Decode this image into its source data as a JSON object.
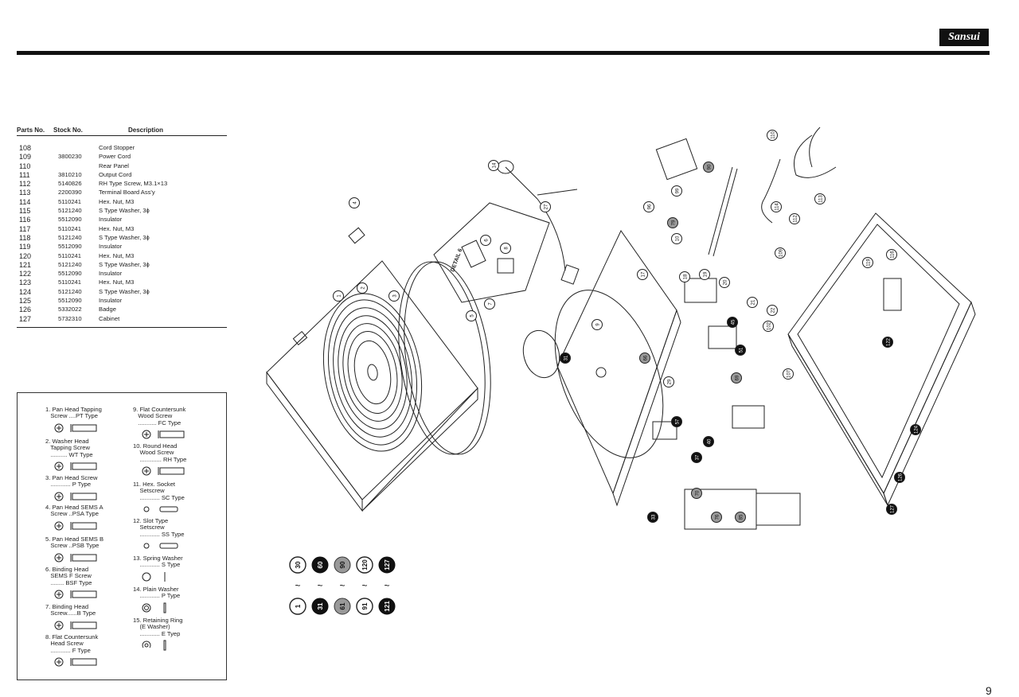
{
  "brand": "Sansui",
  "page_number": "9",
  "parts_table": {
    "headers": {
      "part": "Parts No.",
      "stock": "Stock No.",
      "description": "Description"
    },
    "rows": [
      {
        "part": "108",
        "stock": "",
        "description": "Cord Stopper"
      },
      {
        "part": "109",
        "stock": "3800230",
        "description": "Power Cord"
      },
      {
        "part": "110",
        "stock": "",
        "description": "Rear Panel"
      },
      {
        "part": "111",
        "stock": "3810210",
        "description": "Output Cord"
      },
      {
        "part": "112",
        "stock": "5140826",
        "description": "RH Type Screw, M3.1×13"
      },
      {
        "part": "113",
        "stock": "2200390",
        "description": "Terminal Board Ass'y"
      },
      {
        "part": "114",
        "stock": "5110241",
        "description": "Hex. Nut, M3"
      },
      {
        "part": "115",
        "stock": "5121240",
        "description": "S Type Washer, 3ϕ"
      },
      {
        "part": "116",
        "stock": "5512090",
        "description": "Insulator"
      },
      {
        "part": "117",
        "stock": "5110241",
        "description": "Hex. Nut, M3"
      },
      {
        "part": "118",
        "stock": "5121240",
        "description": "S Type Washer, 3ϕ"
      },
      {
        "part": "119",
        "stock": "5512090",
        "description": "Insulator"
      },
      {
        "part": "120",
        "stock": "5110241",
        "description": "Hex. Nut, M3"
      },
      {
        "part": "121",
        "stock": "5121240",
        "description": "S Type Washer, 3ϕ"
      },
      {
        "part": "122",
        "stock": "5512090",
        "description": "Insulator"
      },
      {
        "part": "123",
        "stock": "5110241",
        "description": "Hex. Nut, M3"
      },
      {
        "part": "124",
        "stock": "5121240",
        "description": "S Type Washer, 3ϕ"
      },
      {
        "part": "125",
        "stock": "5512090",
        "description": "Insulator"
      },
      {
        "part": "126",
        "stock": "5332022",
        "description": "Badge"
      },
      {
        "part": "127",
        "stock": "5732310",
        "description": "Cabinet"
      }
    ]
  },
  "screw_legend": [
    {
      "label": "1. Pan Head Tapping\n   Screw ....PT Type",
      "icon": "pan-head-tapping-screw-icon"
    },
    {
      "label": "2. Washer Head\n   Tapping Screw\n   .......... WT Type",
      "icon": "washer-head-tapping-screw-icon"
    },
    {
      "label": "3. Pan Head Screw\n   ............ P Type",
      "icon": "pan-head-screw-icon"
    },
    {
      "label": "4. Pan Head SEMS A\n   Screw ..PSA Type",
      "icon": "pan-head-sems-a-screw-icon"
    },
    {
      "label": "5. Pan Head SEMS B\n   Screw ..PSB Type",
      "icon": "pan-head-sems-b-screw-icon"
    },
    {
      "label": "6. Binding Head\n   SEMS F Screw\n   ........ BSF Type",
      "icon": "binding-head-sems-f-screw-icon"
    },
    {
      "label": "7. Binding Head\n   Screw......B Type",
      "icon": "binding-head-screw-icon"
    },
    {
      "label": "8. Flat Countersunk\n   Head Screw\n   ............ F Type",
      "icon": "flat-countersunk-head-screw-icon"
    },
    {
      "label": "9. Flat Countersunk\n   Wood Screw\n   ........... FC Type",
      "icon": "flat-countersunk-wood-screw-icon"
    },
    {
      "label": "10. Round Head\n    Wood Screw\n    ............. RH Type",
      "icon": "round-head-wood-screw-icon"
    },
    {
      "label": "11. Hex. Socket\n    Setscrew\n    ............ SC Type",
      "icon": "hex-socket-setscrew-icon"
    },
    {
      "label": "12. Slot Type\n    Setscrew\n    ............ SS Type",
      "icon": "slot-type-setscrew-icon"
    },
    {
      "label": "13. Spring Washer\n    ............ S Type",
      "icon": "spring-washer-icon"
    },
    {
      "label": "14. Plain Washer\n    ............ P Type",
      "icon": "plain-washer-icon"
    },
    {
      "label": "15. Retaining Ring\n    (E Washer)\n    ............ E Tyep",
      "icon": "retaining-ring-icon"
    }
  ],
  "range_legend": {
    "tops": [
      "30",
      "60",
      "90",
      "120",
      "127"
    ],
    "bottoms": [
      "1",
      "31",
      "61",
      "91",
      "121"
    ],
    "styles": [
      "outline",
      "black",
      "gray",
      "outline",
      "black"
    ],
    "tilde": "~"
  },
  "diagram": {
    "detail_label": "DETAIL 6",
    "callouts": [
      "1",
      "2",
      "3",
      "4",
      "5",
      "6",
      "7",
      "8",
      "9",
      "10",
      "14",
      "17",
      "18",
      "19",
      "20",
      "21",
      "22",
      "27",
      "29",
      "31",
      "33",
      "37",
      "40",
      "45",
      "51",
      "57",
      "66",
      "69",
      "70",
      "76",
      "79",
      "85",
      "90",
      "96",
      "99",
      "102",
      "107",
      "109",
      "110",
      "112",
      "113",
      "114",
      "116",
      "119",
      "122",
      "124",
      "126",
      "127"
    ]
  }
}
